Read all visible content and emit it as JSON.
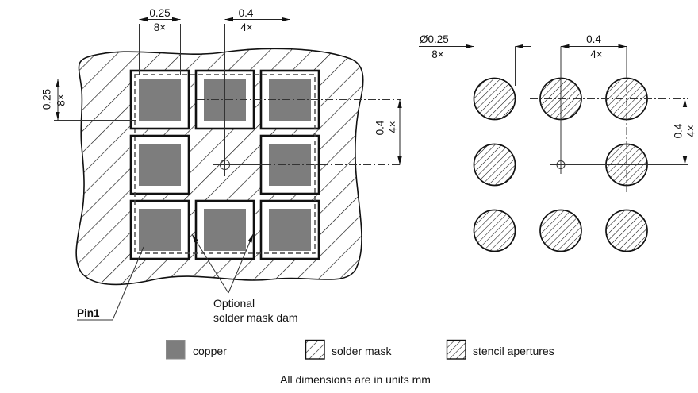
{
  "land_pattern": {
    "dim_pad_width": {
      "value": "0.25",
      "count": "8×"
    },
    "dim_pitch_horizontal": {
      "value": "0.4",
      "count": "4×"
    },
    "dim_pad_height": {
      "value": "0.25",
      "count": "8×"
    },
    "dim_pitch_vertical": {
      "value": "0.4",
      "count": "4×"
    },
    "pin1_label": "Pin1",
    "dam_label": {
      "line1": "Optional",
      "line2": "solder mask dam"
    }
  },
  "stencil_pattern": {
    "dim_aperture_diameter": {
      "value": "Ø0.25",
      "count": "8×"
    },
    "dim_pitch_horizontal": {
      "value": "0.4",
      "count": "4×"
    },
    "dim_pitch_vertical": {
      "value": "0.4",
      "count": "4×"
    }
  },
  "legend": {
    "copper_label": "copper",
    "solder_mask_label": "solder mask",
    "stencil_apertures_label": "stencil apertures"
  },
  "note": "All dimensions are in units mm",
  "colors": {
    "copper": "#7d7d7d",
    "line": "#111111"
  }
}
